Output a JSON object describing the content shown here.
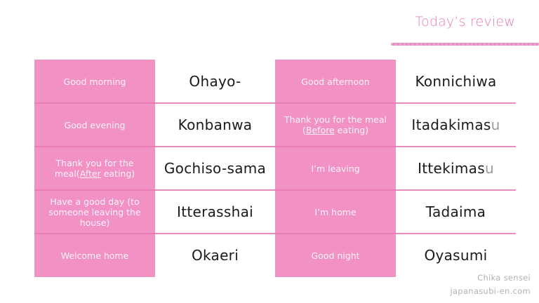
{
  "header": {
    "title": "Today’s review"
  },
  "colors": {
    "accent_pink": "#f191c4",
    "title_pink": "#e97ab4",
    "line_pink": "#e877b2",
    "answer_text": "#1a1a1a",
    "muted_u": "#9a9a9a",
    "footer_gray": "#b3b3b3"
  },
  "table": {
    "left": [
      {
        "english": "Good morning",
        "japanese": "Ohayo-"
      },
      {
        "english": "Good evening",
        "japanese": "Konbanwa"
      },
      {
        "english_pre": "Thank you for the meal(",
        "english_ul": "After",
        "english_post": " eating)",
        "japanese": "Gochiso-sama"
      },
      {
        "english": "Have a good day (to someone leaving the house)",
        "japanese": "Itterasshai"
      },
      {
        "english": "Welcome home",
        "japanese": "Okaeri"
      }
    ],
    "right": [
      {
        "english": "Good afternoon",
        "japanese": "Konnichiwa"
      },
      {
        "english_pre": "Thank you for the meal (",
        "english_ul": "Before",
        "english_post": " eating)",
        "japanese_main": "Itadakimas",
        "japanese_muted": "u"
      },
      {
        "english": "I’m leaving",
        "japanese_main": "Ittekimas",
        "japanese_muted": "u"
      },
      {
        "english": "I’m home",
        "japanese": "Tadaima"
      },
      {
        "english": "Good night",
        "japanese": "Oyasumi"
      }
    ]
  },
  "footer": {
    "author": "Chika sensei",
    "site": "japanasubi-en.com"
  }
}
